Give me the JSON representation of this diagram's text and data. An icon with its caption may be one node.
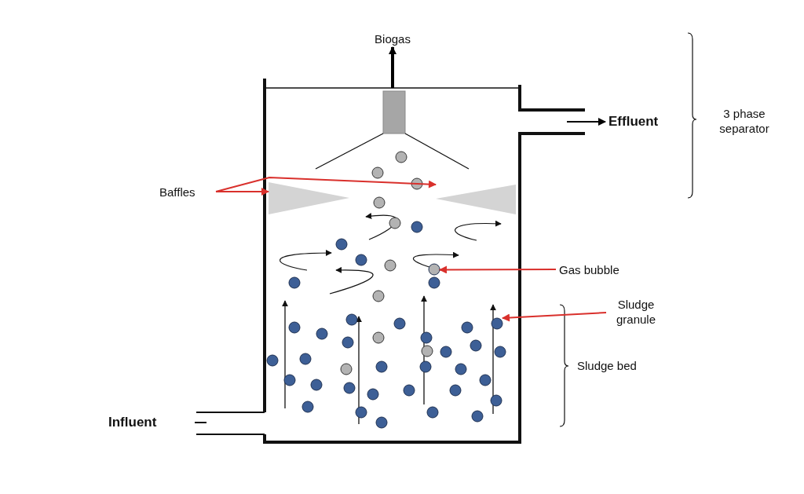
{
  "diagram": {
    "nodes": [
      {
        "text": [
          "Biogas"
        ]
      },
      {
        "text": [
          "Effluent"
        ]
      },
      {
        "text": [
          "Baffles"
        ]
      },
      {
        "text": [],
        "shape": "triangle"
      },
      {
        "text": [],
        "shape": "triangle"
      },
      {
        "text": [
          "Gas bubble"
        ]
      },
      {
        "text": [],
        "shape": "circle"
      },
      {
        "text": [
          "Sludge granule"
        ]
      },
      {
        "text": [],
        "shape": "circle"
      },
      {
        "text": [
          "Influent"
        ]
      }
    ],
    "edges": [
      {
        "from": null,
        "to": 0,
        "arrow": "to",
        "style": "thick",
        "color": "#000000"
      },
      {
        "from": null,
        "to": 1,
        "arrow": "to",
        "color": "#000000"
      },
      {
        "from": 2,
        "to": 3,
        "arrow": "to"
      },
      {
        "from": 2,
        "to": 4,
        "arrow": "to"
      },
      {
        "from": 5,
        "to": 6,
        "arrow": "to"
      },
      {
        "from": 7,
        "to": 8,
        "arrow": "to"
      }
    ],
    "labels": [
      "3 phase separator",
      "Sludge bed"
    ]
  }
}
